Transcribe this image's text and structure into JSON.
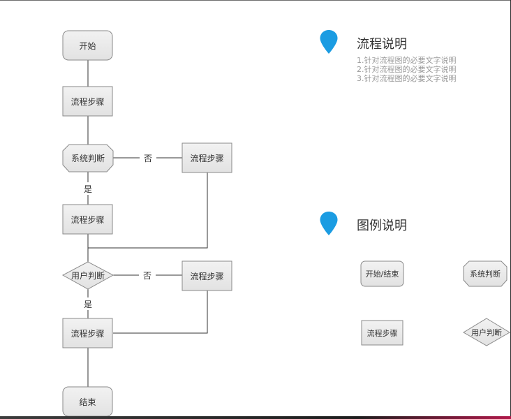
{
  "flowchart": {
    "nodes": {
      "start": "开始",
      "step1": "流程步骤",
      "decision_system": "系统判断",
      "step_no1": "流程步骤",
      "step2": "流程步骤",
      "decision_user": "用户判断",
      "step_no2": "流程步骤",
      "step3": "流程步骤",
      "end": "结束"
    },
    "edge_labels": {
      "system_no": "否",
      "system_yes": "是",
      "user_no": "否",
      "user_yes": "是"
    }
  },
  "flow_description": {
    "title": "流程说明",
    "notes": [
      "1.针对流程图的必要文字说明",
      "2.针对流程图的必要文字说明",
      "3.针对流程图的必要文字说明"
    ]
  },
  "legend": {
    "title": "图例说明",
    "items": {
      "start_end": "开始/结束",
      "system_decision": "系统判断",
      "process_step": "流程步骤",
      "user_decision": "用户判断"
    }
  },
  "colors": {
    "node_fill": "#ebebeb",
    "node_stroke": "#8a8a8a",
    "line": "#333333",
    "pin": "#1b9ce2",
    "note_text": "#9a9a9a"
  }
}
